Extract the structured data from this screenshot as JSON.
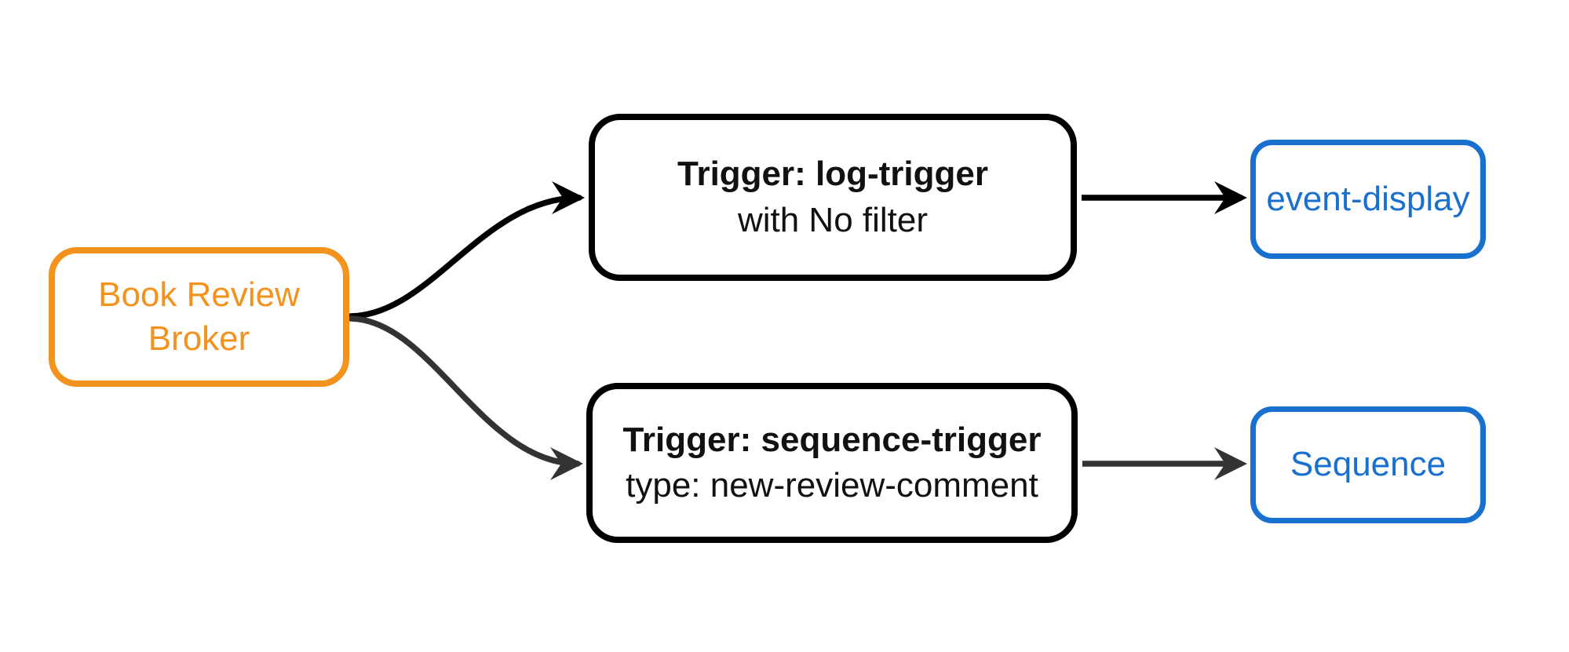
{
  "diagram": {
    "background": "#ffffff",
    "colors": {
      "orange": "#F3931E",
      "blue": "#1A70CF",
      "black": "#000000",
      "dark_gray": "#333333"
    },
    "nodes": {
      "broker": {
        "lines": [
          "Book Review",
          "Broker"
        ],
        "full_label": "Book Review Broker"
      },
      "log_trigger": {
        "title": "Trigger: log-trigger",
        "subtitle": "with No filter"
      },
      "sequence_trigger": {
        "title": "Trigger: sequence-trigger",
        "subtitle": "type: new-review-comment"
      },
      "event_display": {
        "label": "event-display"
      },
      "sequence": {
        "label": "Sequence"
      }
    },
    "edges": [
      {
        "from": "Book Review Broker",
        "to": "Trigger: log-trigger",
        "color": "#000000",
        "style": "curved"
      },
      {
        "from": "Book Review Broker",
        "to": "Trigger: sequence-trigger",
        "color": "#333333",
        "style": "curved"
      },
      {
        "from": "Trigger: log-trigger",
        "to": "event-display",
        "color": "#000000",
        "style": "straight"
      },
      {
        "from": "Trigger: sequence-trigger",
        "to": "Sequence",
        "color": "#333333",
        "style": "straight"
      }
    ]
  }
}
